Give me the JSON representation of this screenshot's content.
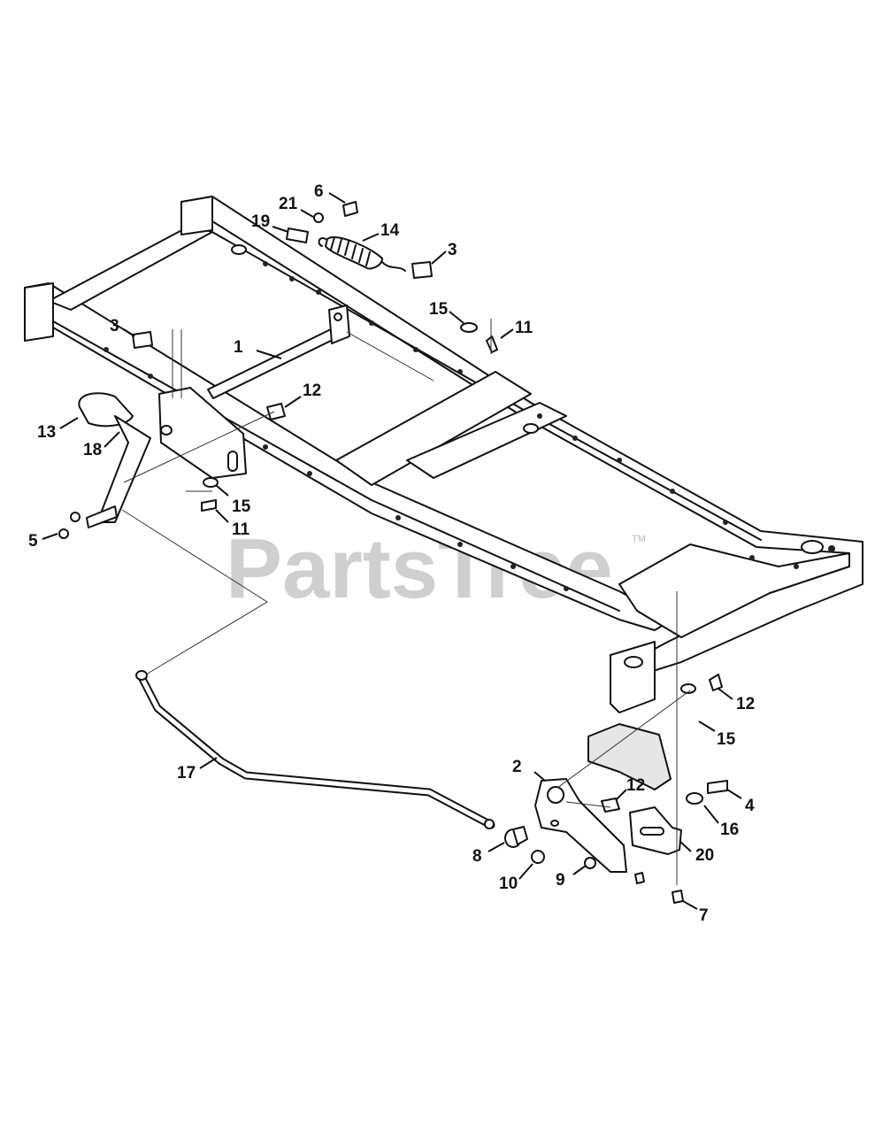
{
  "watermark": {
    "text": "PartsTree",
    "trademark": "TM",
    "color": "#cfcfcf"
  },
  "callouts": [
    "1",
    "2",
    "3",
    "3",
    "4",
    "5",
    "6",
    "7",
    "8",
    "9",
    "10",
    "11",
    "11",
    "12",
    "12",
    "12",
    "13",
    "14",
    "15",
    "15",
    "15",
    "16",
    "17",
    "18",
    "19",
    "20",
    "21"
  ]
}
